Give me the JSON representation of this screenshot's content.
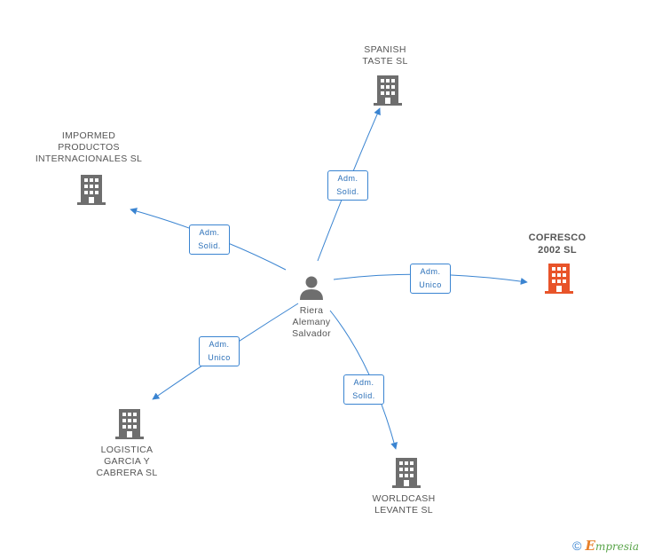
{
  "center": {
    "name": "Riera\nAlemany\nSalvador"
  },
  "companies": [
    {
      "id": "spanish",
      "name": "SPANISH\nTASTE SL"
    },
    {
      "id": "impormed",
      "name": "IMPORMED\nPRODUCTOS\nINTERNACIONALES SL"
    },
    {
      "id": "cofresco",
      "name": "COFRESCO\n2002 SL",
      "highlight": true
    },
    {
      "id": "logistica",
      "name": "LOGISTICA\nGARCIA Y\nCABRERA SL"
    },
    {
      "id": "worldcash",
      "name": "WORLDCASH\nLEVANTE SL"
    }
  ],
  "edges": [
    {
      "to": "spanish",
      "label": "Adm.\nSolid."
    },
    {
      "to": "impormed",
      "label": "Adm.\nSolid."
    },
    {
      "to": "cofresco",
      "label": "Adm.\nUnico"
    },
    {
      "to": "logistica",
      "label": "Adm.\nUnico"
    },
    {
      "to": "worldcash",
      "label": "Adm.\nSolid."
    }
  ],
  "colors": {
    "edge": "#3a84d1",
    "building": "#6e6e6e",
    "building_highlight": "#e8542a",
    "person": "#6e6e6e"
  },
  "footer": {
    "copyright": "©",
    "brand_first": "E",
    "brand_rest": "mpresia"
  }
}
